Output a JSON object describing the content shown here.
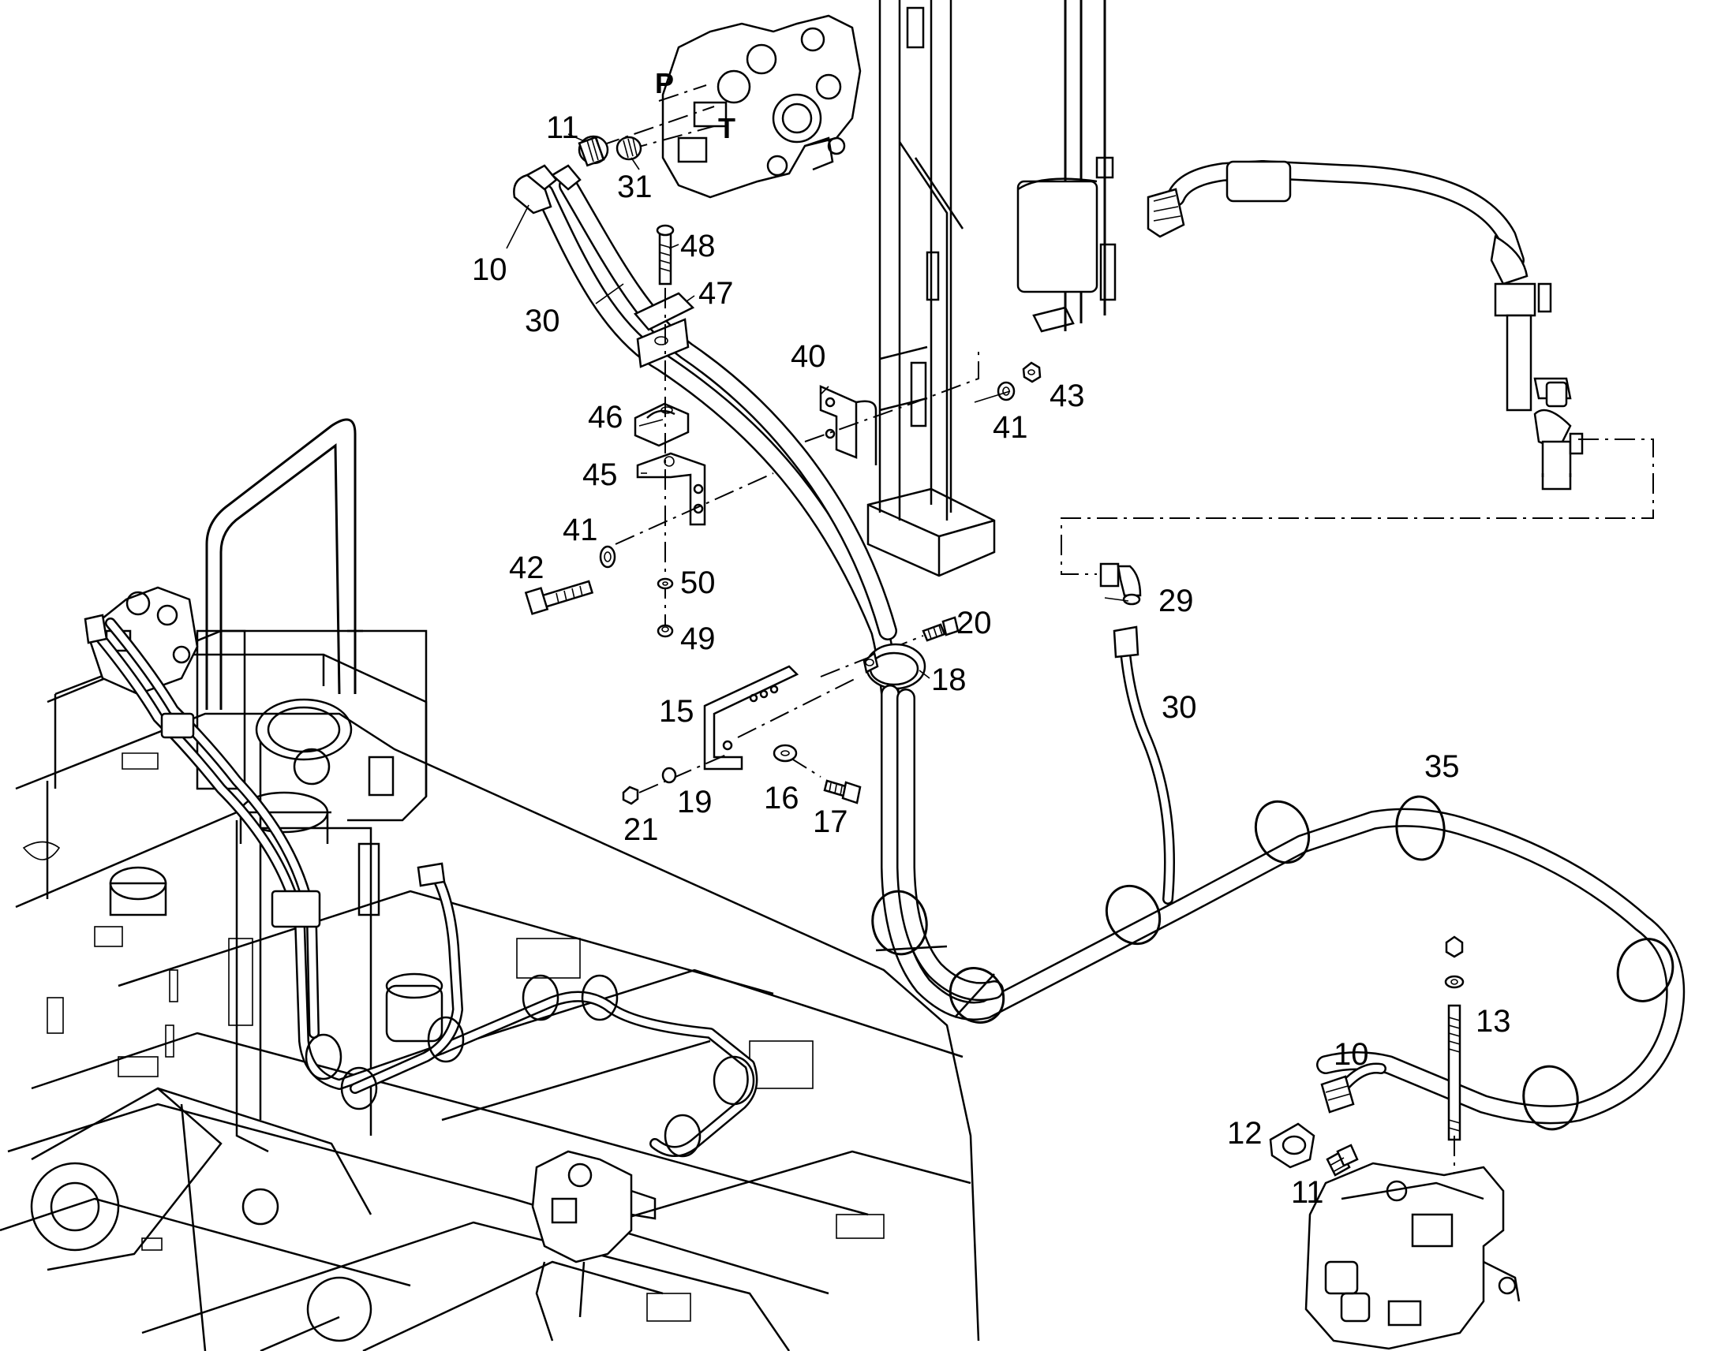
{
  "drawing": {
    "port_labels": {
      "pressure": "P",
      "tank": "T"
    },
    "callouts": {
      "c11_top": "11",
      "c31": "31",
      "c10_top": "10",
      "c48": "48",
      "c47": "47",
      "c30_left": "30",
      "c40": "40",
      "c41_right": "41",
      "c43": "43",
      "c46": "46",
      "c45": "45",
      "c41_left": "41",
      "c42": "42",
      "c50": "50",
      "c49": "49",
      "c20": "20",
      "c18": "18",
      "c29": "29",
      "c30_right": "30",
      "c15": "15",
      "c19": "19",
      "c16": "16",
      "c21": "21",
      "c17": "17",
      "c35": "35",
      "c13": "13",
      "c10_bottom": "10",
      "c12": "12",
      "c11_bottom": "11"
    }
  }
}
